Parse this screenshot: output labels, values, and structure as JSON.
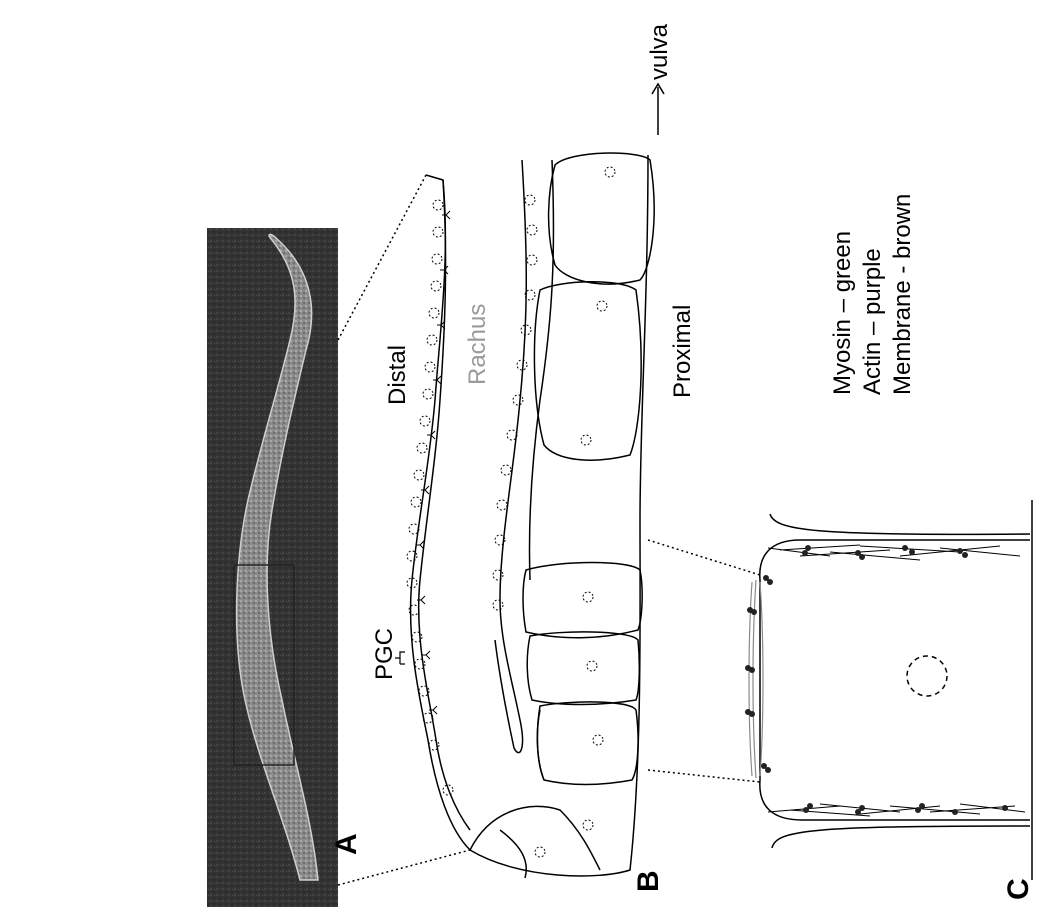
{
  "panels": {
    "a": "A",
    "b": "B",
    "c": "C"
  },
  "labels": {
    "distal": "Distal",
    "rachus": "Rachus",
    "proximal": "Proximal",
    "pgc": "PGC",
    "vulva": "vulva"
  },
  "legend": {
    "myosin": "Myosin – green",
    "actin": "Actin – purple",
    "membrane": "Membrane - brown"
  },
  "colors": {
    "rachus_text": "#9a9a9a",
    "line": "#000000",
    "membrane": "#8a8a8a",
    "micrograph_bg": "#3a3a3a"
  }
}
